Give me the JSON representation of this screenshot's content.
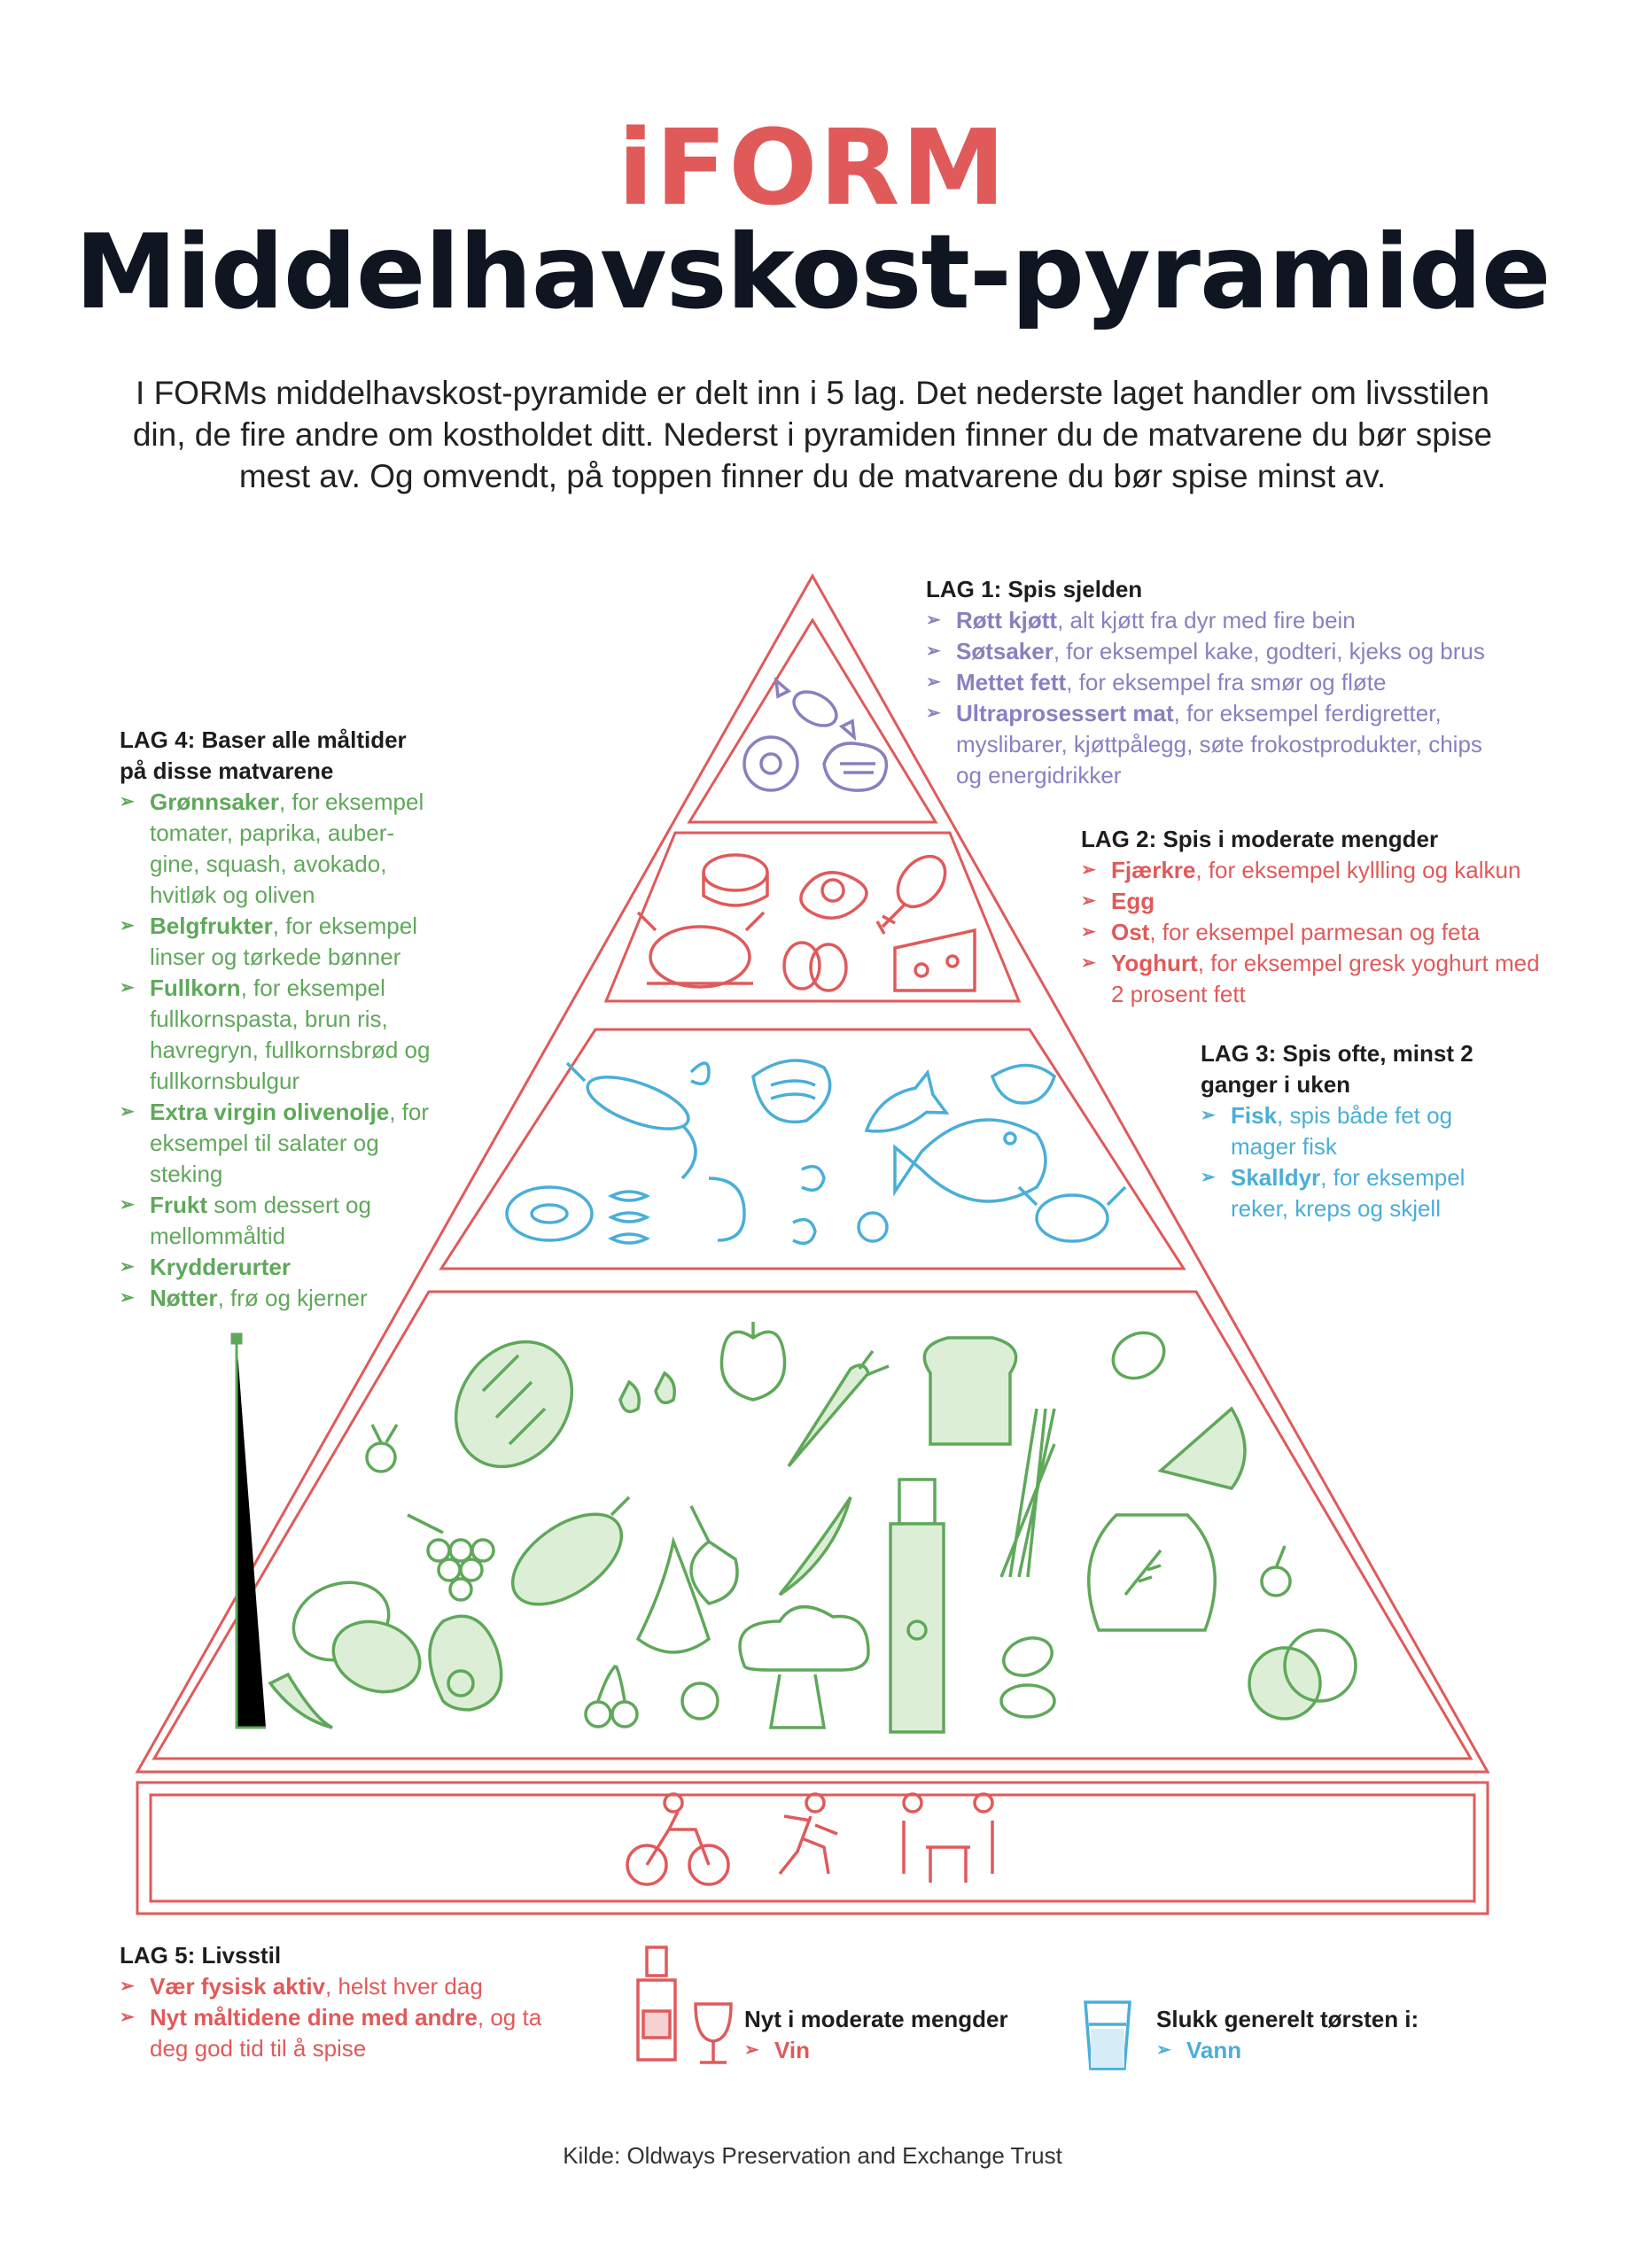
{
  "header": {
    "logo": "iFORM",
    "title": "Middelhavskost-pyramide",
    "intro": "I FORMs middelhavskost-pyramide er delt inn i 5 lag. Det nederste laget handler om livsstilen din, de fire andre om kostholdet ditt. Nederst i pyramiden finner du de matvarene du bør spise mest av. Og omvendt, på toppen finner du de matvarene du bør spise minst av."
  },
  "colors": {
    "lag1": "#8a7fc0",
    "lag2": "#e05a5a",
    "lag3": "#4aaed8",
    "lag4": "#5fa85a",
    "lag5": "#e05a5a",
    "outline": "#e05a5a"
  },
  "lag1": {
    "heading": "LAG 1: Spis sjelden",
    "items": [
      {
        "bold": "Røtt kjøtt",
        "rest": ", alt kjøtt fra dyr med fire bein"
      },
      {
        "bold": "Søtsaker",
        "rest": ", for eksempel kake, godteri, kjeks og brus"
      },
      {
        "bold": "Mettet fett",
        "rest": ", for eksempel fra smør og fløte"
      },
      {
        "bold": "Ultraprosessert mat",
        "rest": ", for eksempel ferdigretter, myslibarer, kjøttpålegg, søte frokostprodukter, chips og energidrikker"
      }
    ]
  },
  "lag2": {
    "heading": "LAG 2: Spis i moderate mengder",
    "items": [
      {
        "bold": "Fjærkre",
        "rest": ", for eksempel kyllling og kalkun"
      },
      {
        "bold": "Egg",
        "rest": ""
      },
      {
        "bold": "Ost",
        "rest": ", for eksempel parmesan og feta"
      },
      {
        "bold": "Yoghurt",
        "rest": ", for eksempel gresk yoghurt med 2 prosent fett"
      }
    ]
  },
  "lag3": {
    "heading": "LAG 3: Spis ofte, minst 2 ganger i uken",
    "items": [
      {
        "bold": "Fisk",
        "rest": ", spis både fet og mager fisk"
      },
      {
        "bold": "Skalldyr",
        "rest": ", for eksempel reker, kreps og skjell"
      }
    ]
  },
  "lag4": {
    "heading": "LAG 4: Baser alle måltider på disse matvarene",
    "items": [
      {
        "bold": "Grønnsaker",
        "rest": ", for eksempel tomater, paprika, auber-gine, squash, avokado, hvitløk og oliven"
      },
      {
        "bold": "Belgfrukter",
        "rest": ", for eksempel linser og tørkede bønner"
      },
      {
        "bold": "Fullkorn",
        "rest": ", for eksempel fullkornspasta, brun ris, havregryn, fullkornsbrød og fullkornsbulgur"
      },
      {
        "bold": "Extra virgin olivenolje",
        "rest": ", for eksempel til salater og steking"
      },
      {
        "bold": "Frukt",
        "rest": " som dessert og mellommåltid"
      },
      {
        "bold": "Krydderurter",
        "rest": ""
      },
      {
        "bold": "Nøtter",
        "rest": ", frø og kjerner"
      }
    ]
  },
  "lag5": {
    "heading": "LAG 5: Livsstil",
    "items": [
      {
        "bold": "Vær fysisk aktiv",
        "rest": ", helst hver dag"
      },
      {
        "bold": "Nyt måltidene dine med andre",
        "rest": ", og ta deg god tid til å spise"
      }
    ]
  },
  "wine": {
    "heading": "Nyt i moderate mengder",
    "item": "Vin"
  },
  "water": {
    "heading": "Slukk generelt tørsten i:",
    "item": "Vann"
  },
  "arrow_glyph": "➢",
  "source": "Kilde: Oldways Preservation and Exchange Trust"
}
